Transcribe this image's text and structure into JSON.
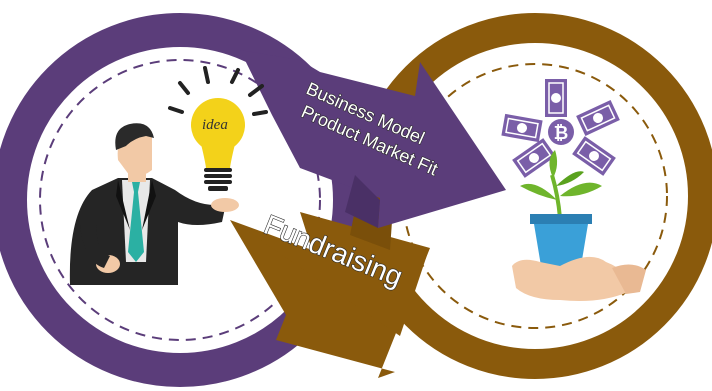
{
  "labels": {
    "idea_word": "idea",
    "top_arrow_line1": "Business Model",
    "top_arrow_line2": "Product Market Fit",
    "bottom_arrow": "Fundraising"
  },
  "colors": {
    "purple": "#5b3d7a",
    "brown": "#8a5a0c",
    "bulb": "#f3d21a",
    "pot": "#3aa0d8",
    "plant": "#6fb52c",
    "money": "#7a5ea8",
    "skin": "#f2c9a6"
  },
  "icons": {
    "person": "businessman-icon",
    "bulb": "lightbulb-icon",
    "plant": "plant-pot-icon",
    "hand": "hand-icon",
    "coin": "bitcoin-icon",
    "bill": "banknote-icon"
  }
}
